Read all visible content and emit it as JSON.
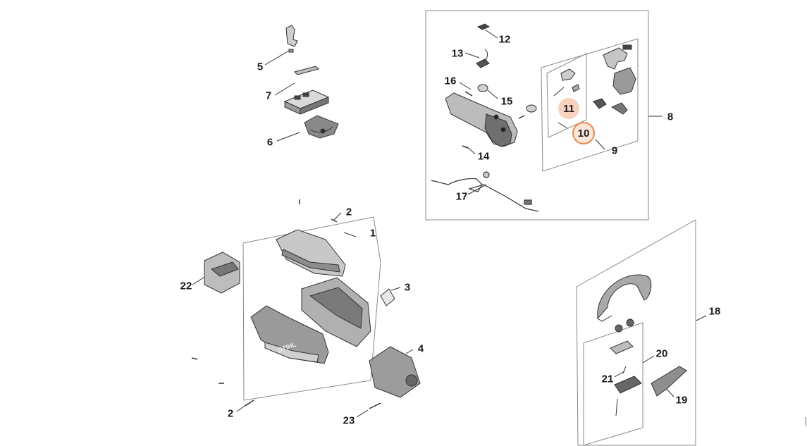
{
  "diagram": {
    "callouts": [
      {
        "id": "c1",
        "label": "1"
      },
      {
        "id": "c2a",
        "label": "2"
      },
      {
        "id": "c2b",
        "label": "2"
      },
      {
        "id": "c3",
        "label": "3"
      },
      {
        "id": "c4",
        "label": "4"
      },
      {
        "id": "c5",
        "label": "5"
      },
      {
        "id": "c6",
        "label": "6"
      },
      {
        "id": "c7",
        "label": "7"
      },
      {
        "id": "c8",
        "label": "8"
      },
      {
        "id": "c9",
        "label": "9"
      },
      {
        "id": "c10",
        "label": "10"
      },
      {
        "id": "c11",
        "label": "11"
      },
      {
        "id": "c12",
        "label": "12"
      },
      {
        "id": "c13",
        "label": "13"
      },
      {
        "id": "c14",
        "label": "14"
      },
      {
        "id": "c15",
        "label": "15"
      },
      {
        "id": "c16",
        "label": "16"
      },
      {
        "id": "c17",
        "label": "17"
      },
      {
        "id": "c18",
        "label": "18"
      },
      {
        "id": "c19",
        "label": "19"
      },
      {
        "id": "c20",
        "label": "20"
      },
      {
        "id": "c21",
        "label": "21"
      },
      {
        "id": "c22",
        "label": "22"
      },
      {
        "id": "c23",
        "label": "23"
      }
    ],
    "highlighted": [
      "10",
      "11"
    ],
    "highlight_colors": {
      "ring": "#e98a4f",
      "fill": "#f7d3bf"
    },
    "logo_text": "STIHL"
  }
}
